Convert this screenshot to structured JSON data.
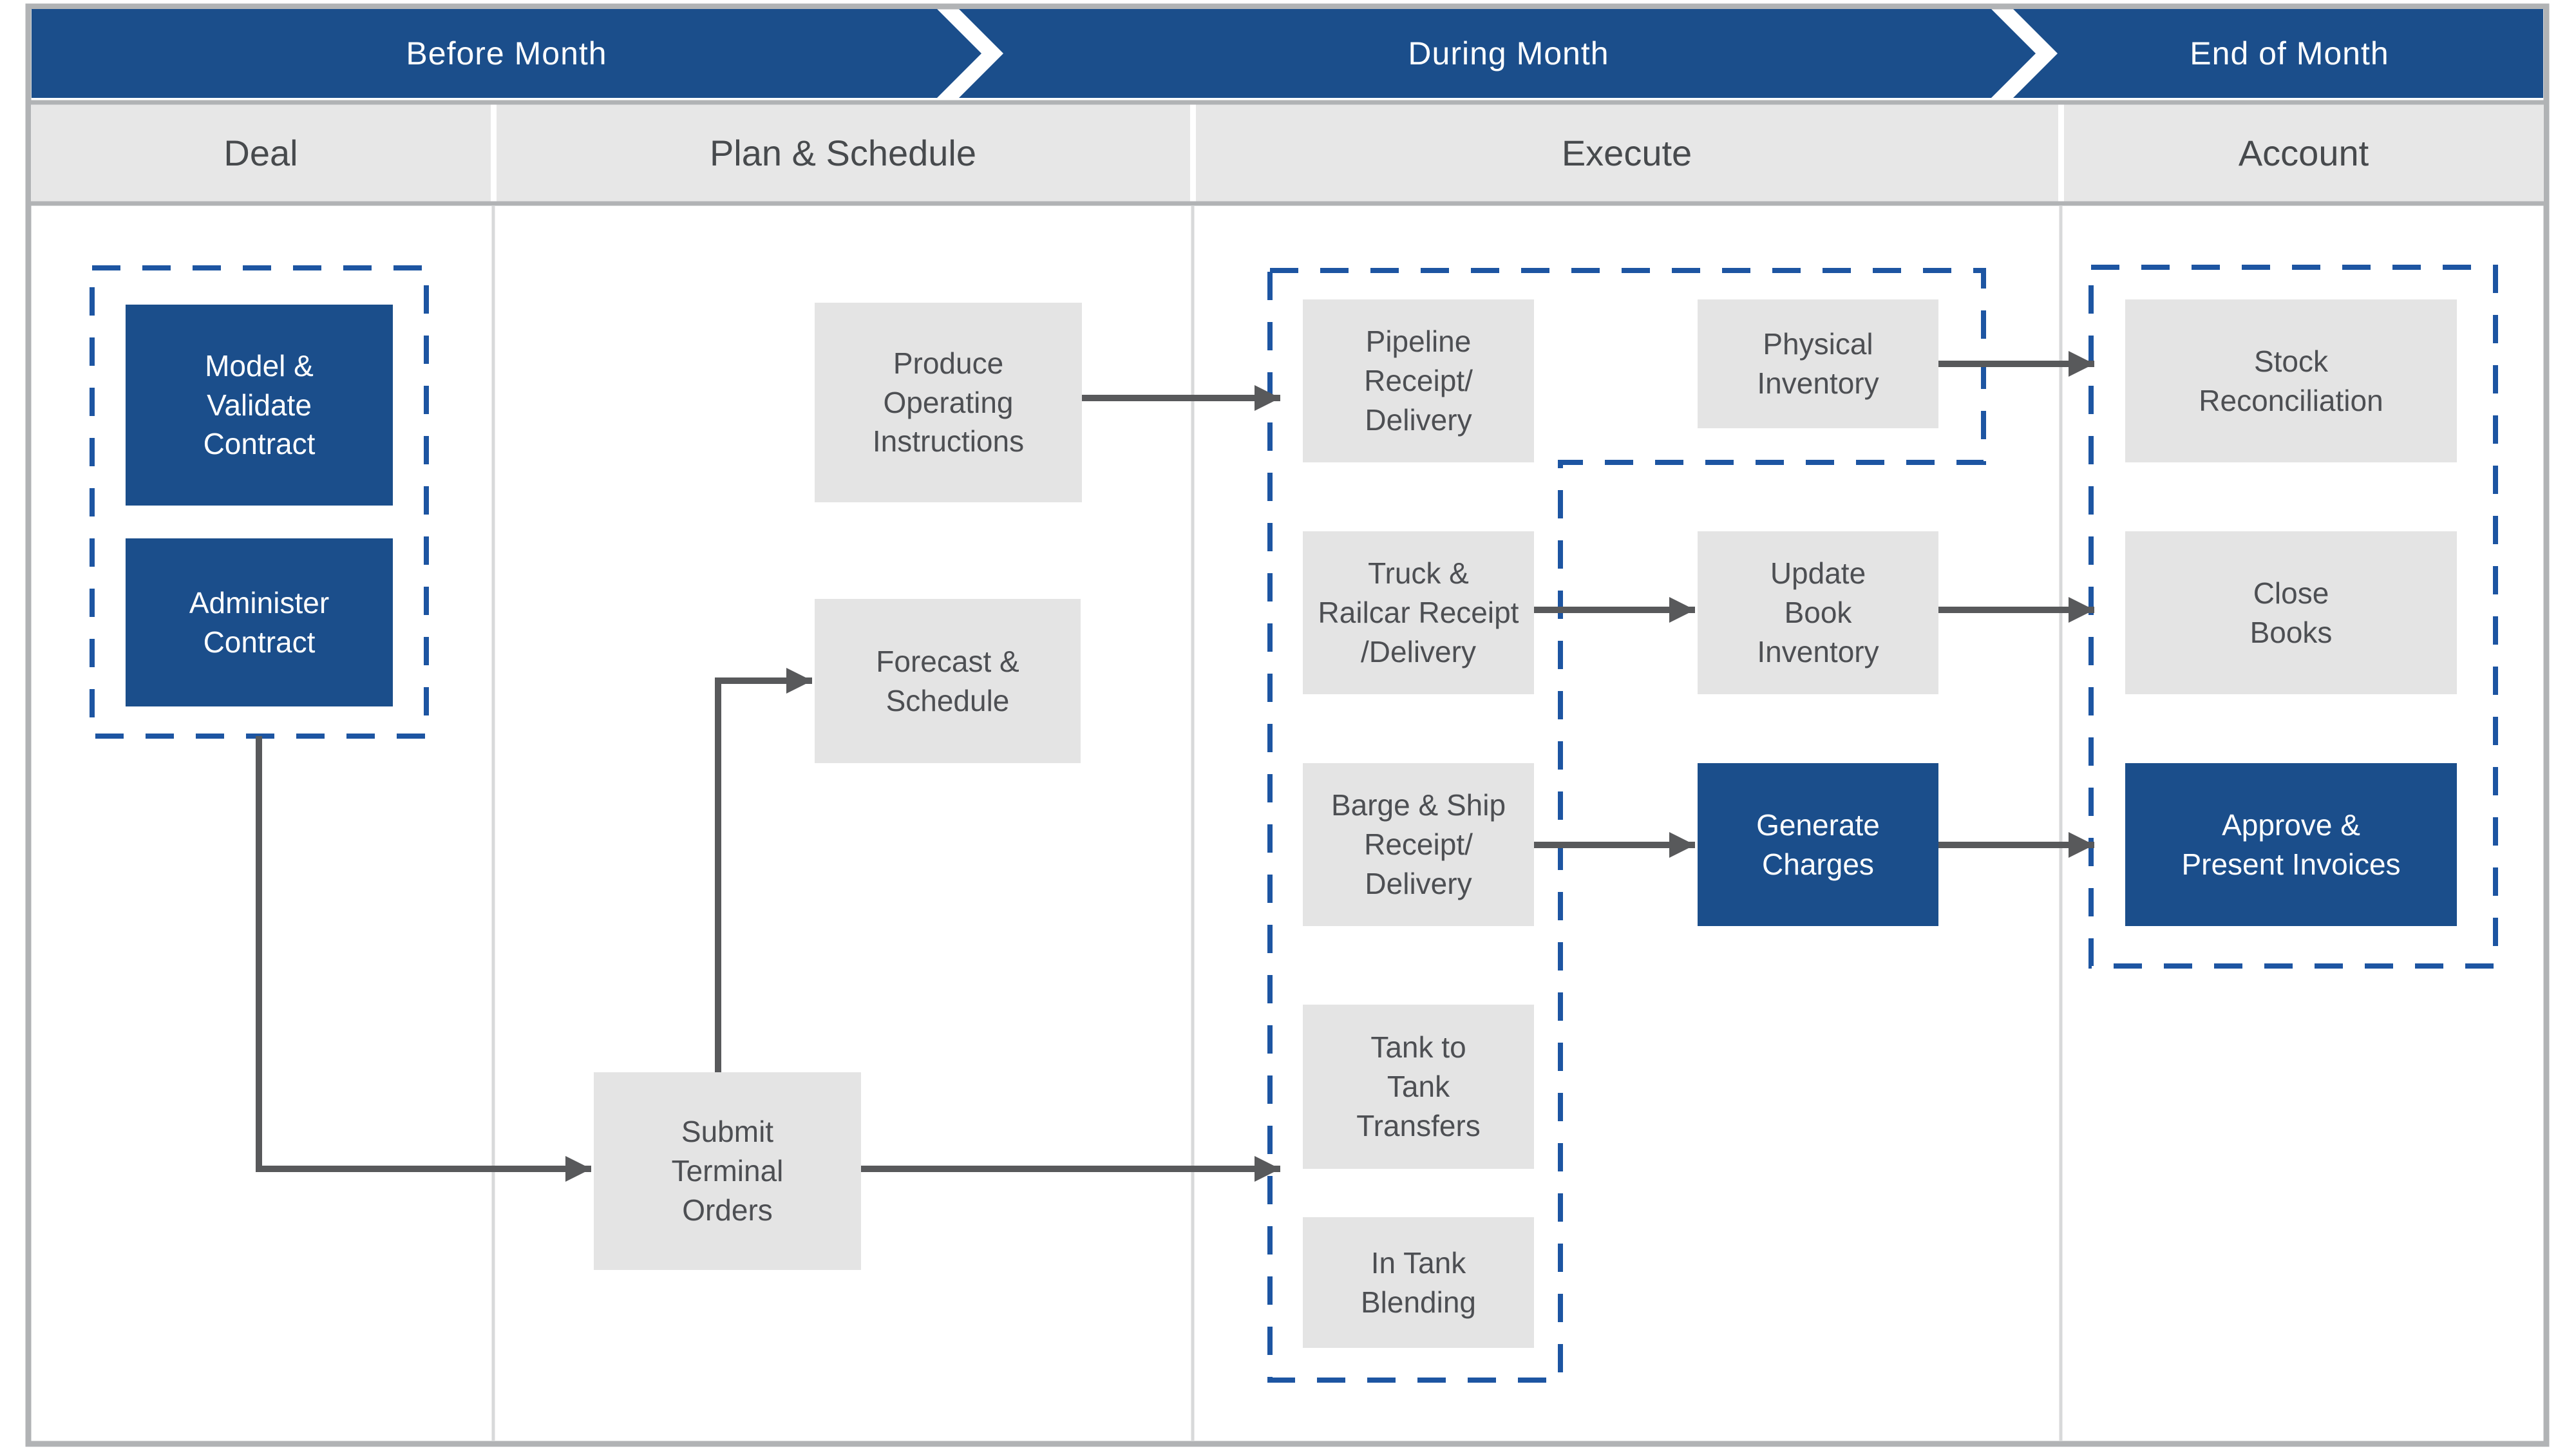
{
  "banner": {
    "phases": [
      "Before Month",
      "During Month",
      "End of Month"
    ]
  },
  "columns": [
    "Deal",
    "Plan & Schedule",
    "Execute",
    "Account"
  ],
  "nodes": {
    "model_validate": "Model &\nValidate\nContract",
    "administer": "Administer\nContract",
    "produce": "Produce\nOperating\nInstructions",
    "forecast": "Forecast &\nSchedule",
    "submit": "Submit\nTerminal\nOrders",
    "pipeline": "Pipeline\nReceipt/\nDelivery",
    "physical": "Physical\nInventory",
    "truck_railcar": "Truck &\nRailcar Receipt\n/Delivery",
    "update_book": "Update\nBook\nInventory",
    "barge_ship": "Barge & Ship\nReceipt/\nDelivery",
    "generate_charges": "Generate\nCharges",
    "tank_transfers": "Tank to\nTank\nTransfers",
    "in_tank": "In Tank\nBlending",
    "stock_reconciliation": "Stock\nReconciliation",
    "close_books": "Close\nBooks",
    "approve_invoices": "Approve &\nPresent Invoices"
  },
  "colors": {
    "phase_blue": "#1b4e8b",
    "dashed_blue": "#1d55a2",
    "box_gray": "#e4e4e4",
    "header_gray": "#e7e7e7",
    "arrow_gray": "#58595b",
    "border_gray": "#b1b3b5",
    "divider_gray": "#d8d9da"
  }
}
